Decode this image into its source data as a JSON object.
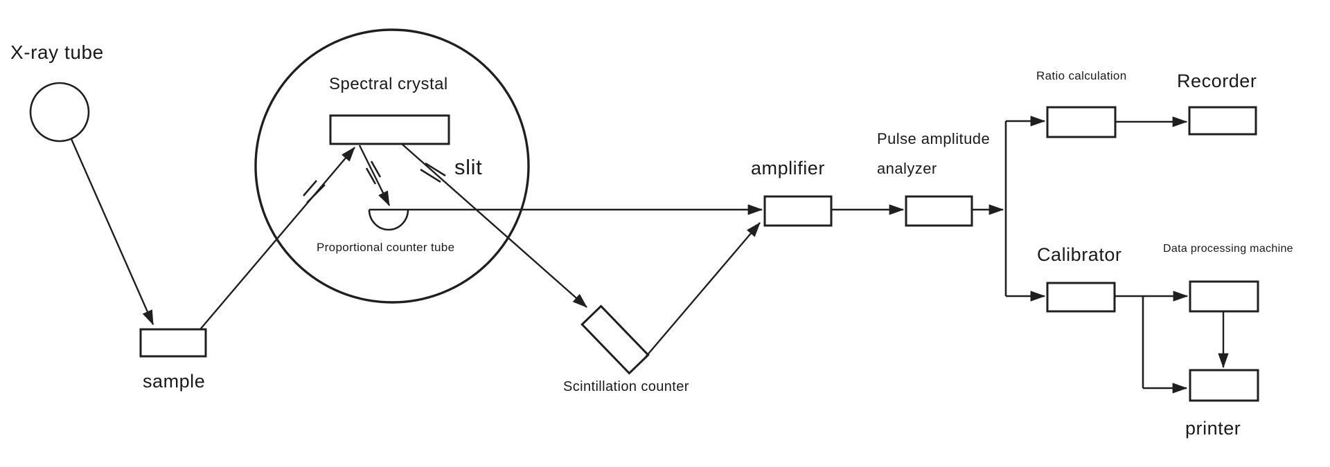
{
  "colors": {
    "line": "#1f1f1f",
    "text": "#1a1a1a",
    "background": "#ffffff"
  },
  "labels": {
    "xray_tube": "X-ray tube",
    "sample": "sample",
    "spectral_crystal": "Spectral crystal",
    "proportional_counter_tube": "Proportional counter tube",
    "slit": "slit",
    "scintillation_counter": "Scintillation counter",
    "amplifier": "amplifier",
    "pulse_amplitude_analyzer_line1": "Pulse amplitude",
    "pulse_amplitude_analyzer_line2": "analyzer",
    "ratio_calculation": "Ratio calculation",
    "recorder": "Recorder",
    "calibrator": "Calibrator",
    "data_processing_machine": "Data processing machine",
    "printer": "printer"
  },
  "flow": {
    "edges": [
      "X-ray tube -> sample",
      "sample -> spectral crystal",
      "spectral crystal -> proportional counter tube",
      "spectral crystal -> scintillation counter (through slit)",
      "proportional counter tube -> amplifier",
      "scintillation counter -> amplifier",
      "amplifier -> pulse amplitude analyzer",
      "pulse amplitude analyzer -> ratio calculation",
      "pulse amplitude analyzer -> calibrator",
      "ratio calculation -> recorder",
      "calibrator -> data processing machine",
      "calibrator -> printer",
      "data processing machine -> printer"
    ]
  }
}
